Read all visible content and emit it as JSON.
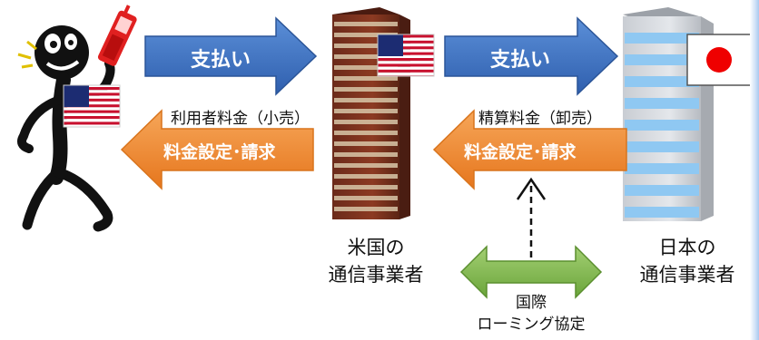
{
  "arrows": {
    "pay_left": "支払い",
    "pay_right": "支払い",
    "billing_left": "料金設定･請求",
    "billing_right": "料金設定･請求"
  },
  "labels": {
    "user_fee": "利用者料金（小売）",
    "settlement_fee": "精算料金（卸売）",
    "us_carrier_line1": "米国の",
    "us_carrier_line2": "通信事業者",
    "jp_carrier_line1": "日本の",
    "jp_carrier_line2": "通信事業者",
    "agreement_line1": "国際",
    "agreement_line2": "ローミング協定"
  },
  "colors": {
    "blue_arrow": "#3f6fbf",
    "orange_arrow": "#f08a2e",
    "green_arrow": "#7db84b"
  },
  "icons": [
    "person-with-phone-icon",
    "us-flag-icon",
    "us-carrier-building-icon",
    "jp-carrier-building-icon",
    "japan-flag-icon"
  ]
}
